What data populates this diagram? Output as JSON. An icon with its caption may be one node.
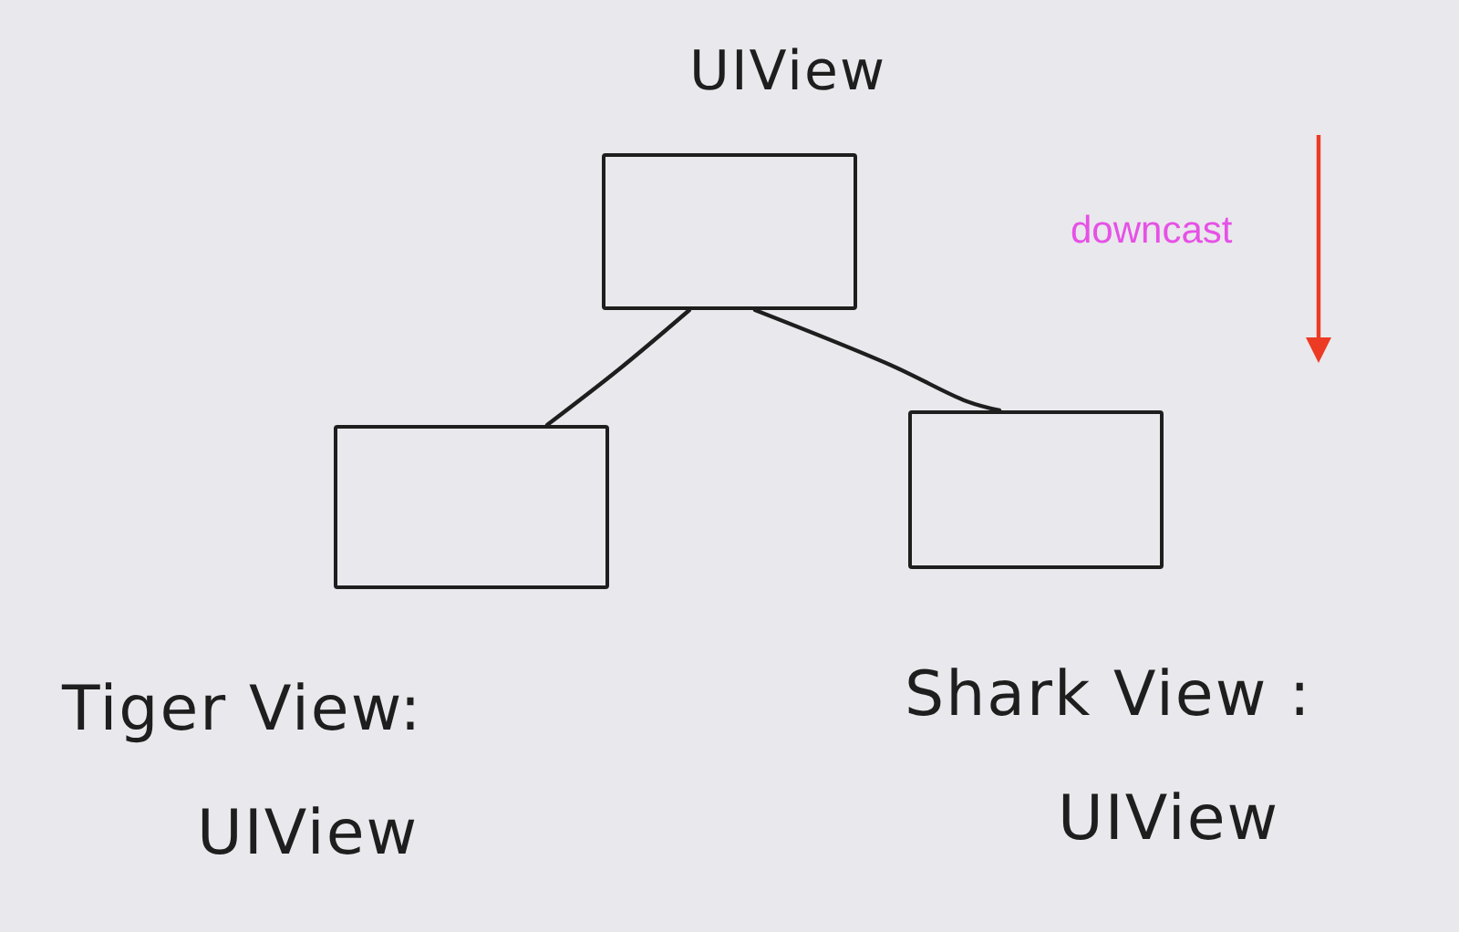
{
  "diagram": {
    "nodes": [
      {
        "text": [
          "UIView"
        ]
      },
      {
        "text": [
          "Tiger View: UIView"
        ]
      },
      {
        "text": [
          "Shark View : UIView"
        ]
      }
    ],
    "edges": [
      {
        "from": 0,
        "to": 1,
        "arrow": "none"
      },
      {
        "from": 0,
        "to": 2,
        "arrow": "none"
      }
    ],
    "labels": [
      "downcast"
    ]
  }
}
